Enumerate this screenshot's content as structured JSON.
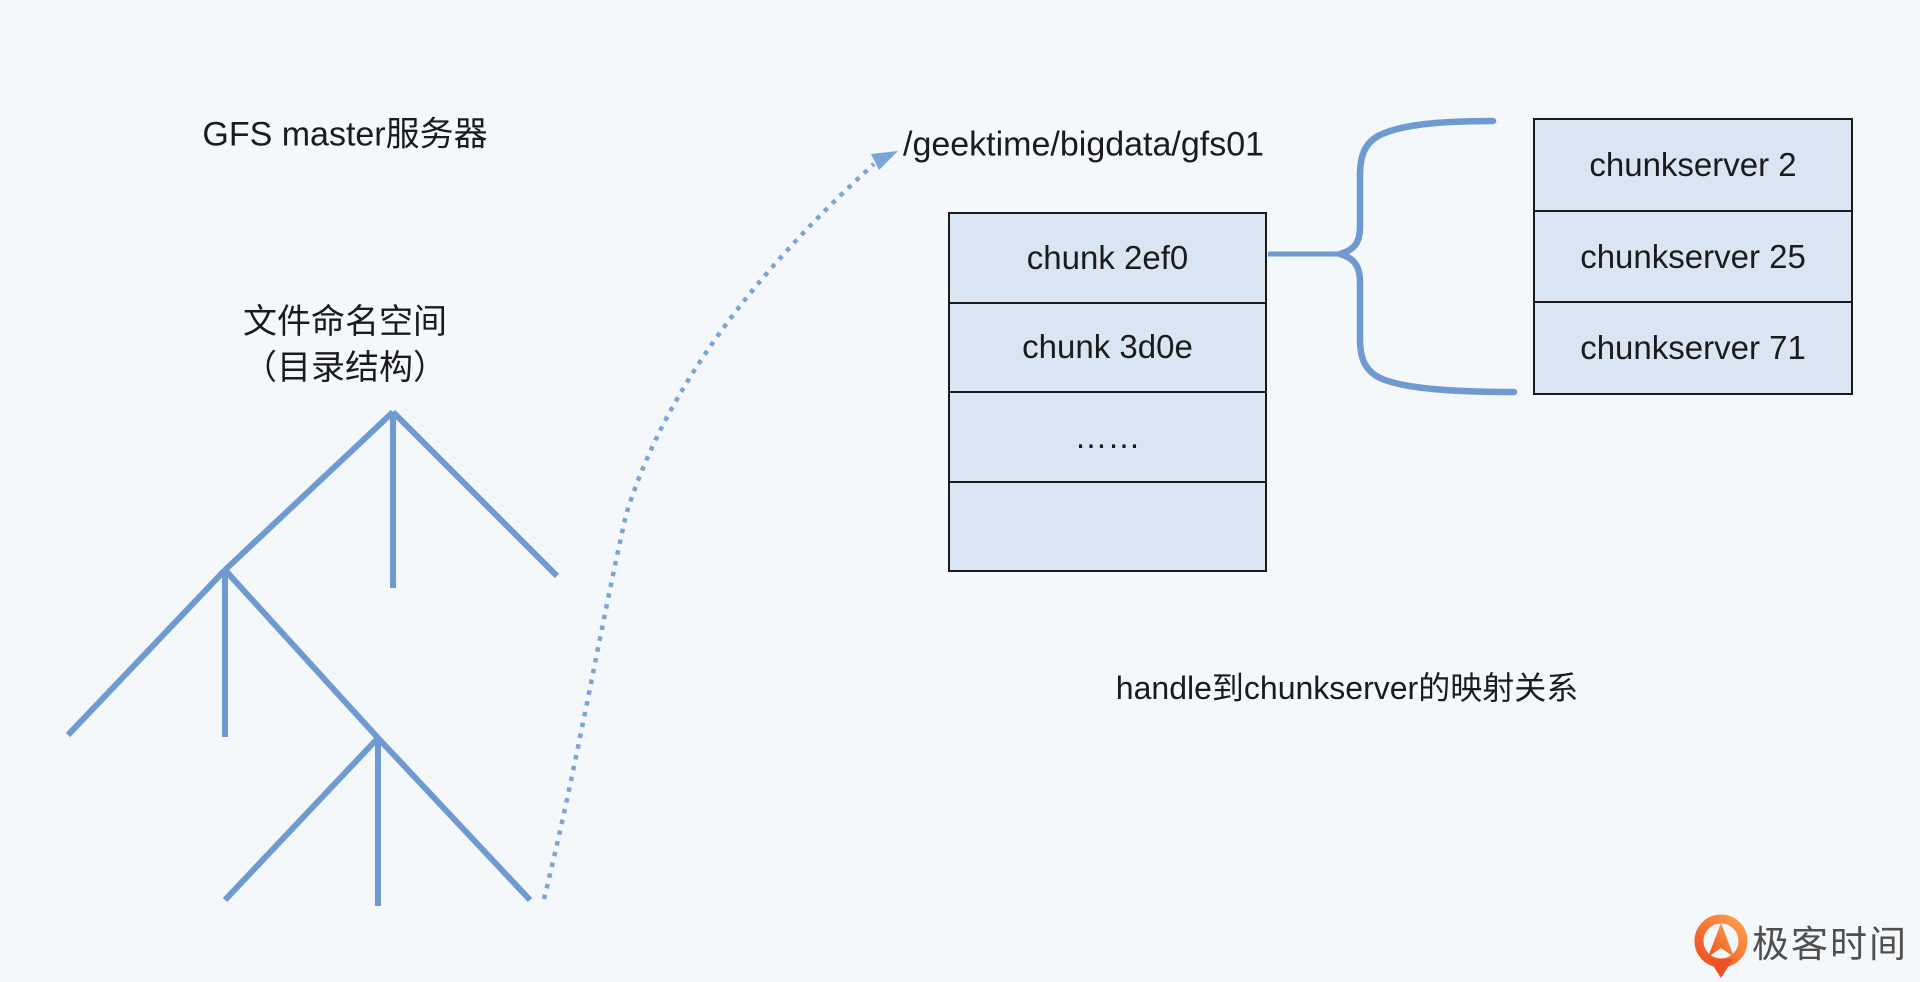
{
  "labels": {
    "master_title": "GFS master服务器",
    "namespace_line1": "文件命名空间",
    "namespace_line2": "（目录结构）",
    "file_path": "/geektime/bigdata/gfs01",
    "mapping_caption": "handle到chunkserver的映射关系"
  },
  "chunk_table": {
    "rows": [
      "chunk 2ef0",
      "chunk 3d0e",
      "……",
      ""
    ]
  },
  "chunkserver_table": {
    "rows": [
      "chunkserver 2",
      "chunkserver 25",
      "chunkserver 71"
    ]
  },
  "logo": {
    "text": "极客时间"
  },
  "colors": {
    "bg": "#f4f8fb",
    "accent": "#6f9ad0",
    "dotted": "#7aa4d6",
    "cell-fill": "#d9e5f2",
    "cell-border": "#1a1a1a",
    "ink": "#1b1b1d",
    "logo-orange": "#f4732c",
    "logo-ink": "#4f4f4f"
  }
}
